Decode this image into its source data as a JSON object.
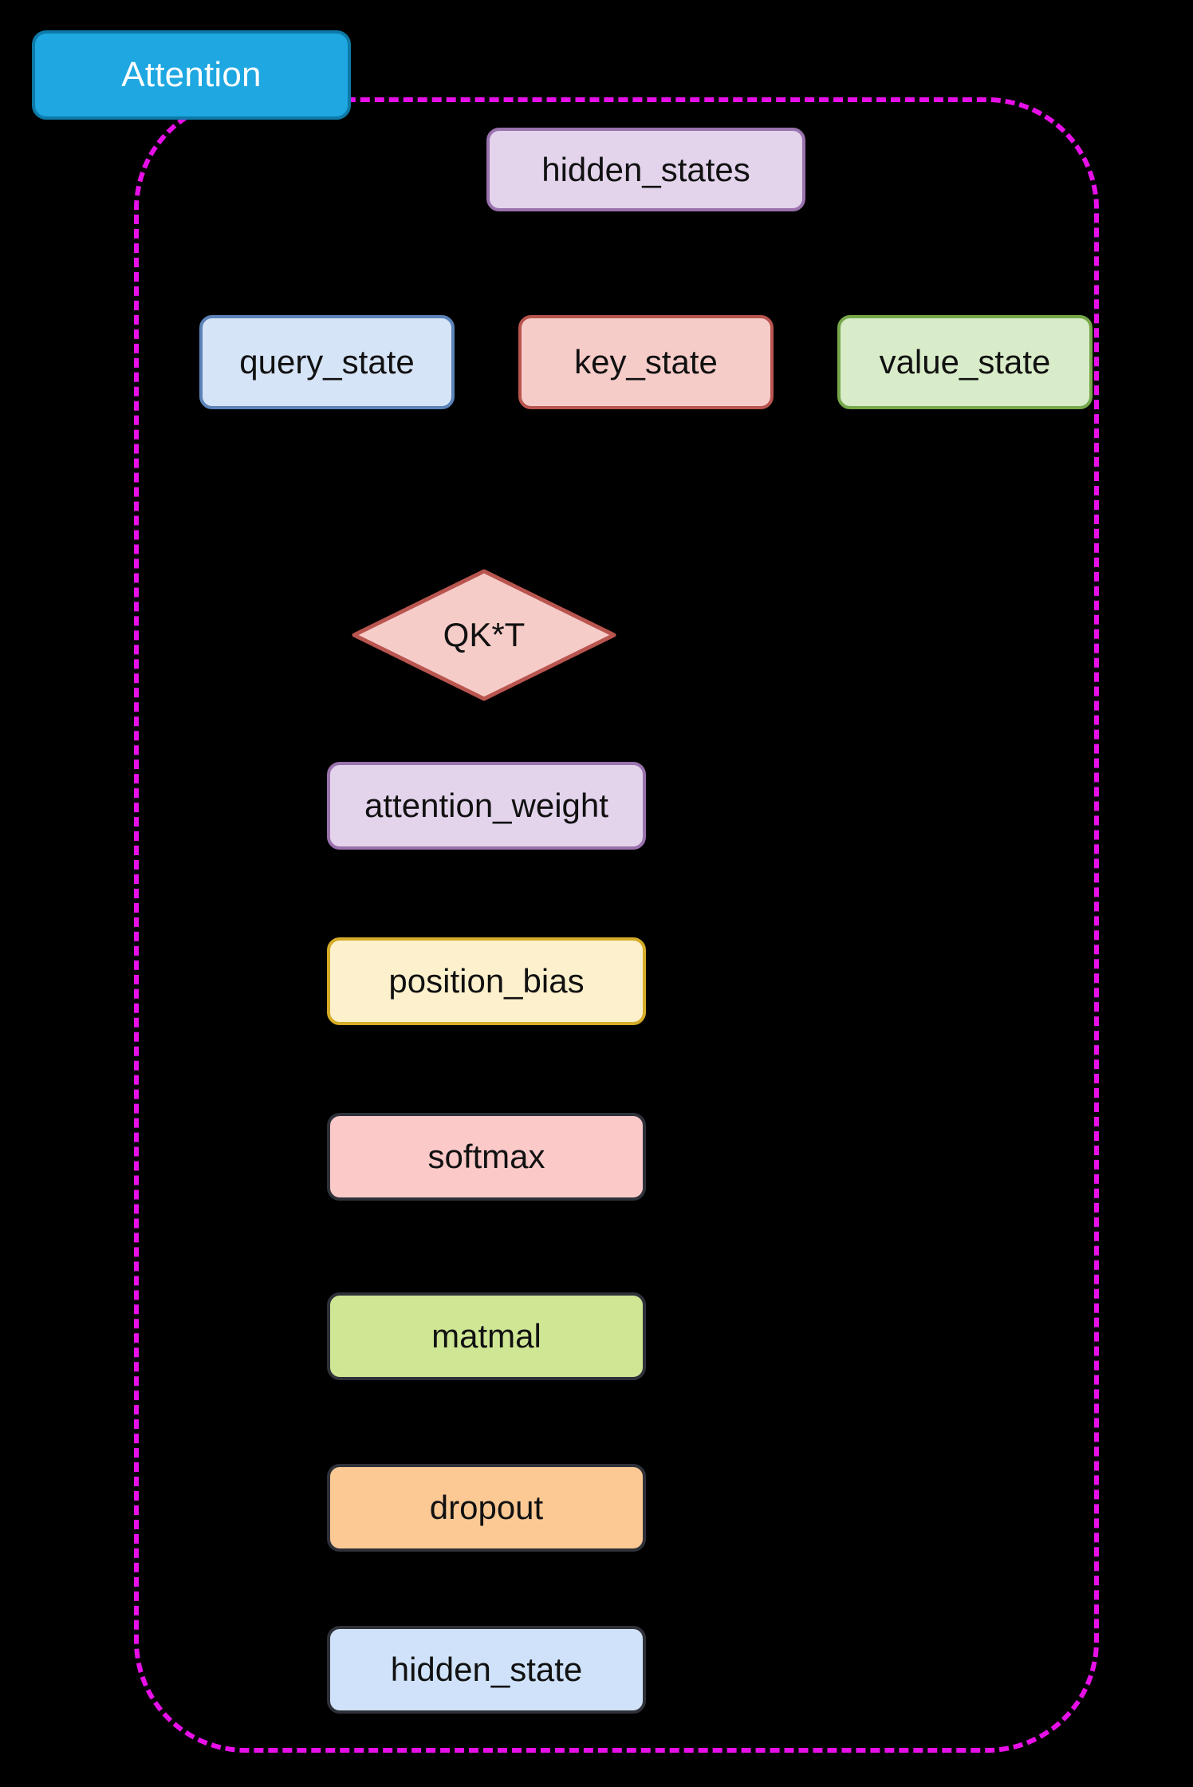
{
  "diagram": {
    "type": "flowchart",
    "background_color": "#000000",
    "cluster": {
      "label": "Attention",
      "border_color": "#e810e8",
      "border_style": "dashed",
      "title_fill": "#1ea7e1",
      "title_stroke": "#0d7aa8",
      "title_text_color": "#ffffff"
    },
    "nodes": [
      {
        "id": "hidden_states",
        "label": "hidden_states",
        "shape": "rounded-rect",
        "fill": "#e3d4ec",
        "stroke": "#9a72ad",
        "text_color": "#111111"
      },
      {
        "id": "query_state",
        "label": "query_state",
        "shape": "rounded-rect",
        "fill": "#d6e4f7",
        "stroke": "#5b83b8",
        "text_color": "#111111"
      },
      {
        "id": "key_state",
        "label": "key_state",
        "shape": "rounded-rect",
        "fill": "#f6ccc9",
        "stroke": "#b9554f",
        "text_color": "#111111"
      },
      {
        "id": "value_state",
        "label": "value_state",
        "shape": "rounded-rect",
        "fill": "#d8ecc9",
        "stroke": "#74a council",
        "text_color": "#111111"
      },
      {
        "id": "qkt",
        "label": "QK*T",
        "shape": "diamond",
        "fill": "#f6ccc9",
        "stroke": "#b9554f",
        "text_color": "#111111"
      },
      {
        "id": "attention_weight",
        "label": "attention_weight",
        "shape": "rounded-rect",
        "fill": "#e3d4ec",
        "stroke": "#9a72ad",
        "text_color": "#111111"
      },
      {
        "id": "position_bias",
        "label": "position_bias",
        "shape": "rounded-rect",
        "fill": "#fdf1cd",
        "stroke": "#d5ab28",
        "text_color": "#111111"
      },
      {
        "id": "softmax",
        "label": "softmax",
        "shape": "rounded-rect",
        "fill": "#fcc9c9",
        "stroke": "#2f3139",
        "text_color": "#111111"
      },
      {
        "id": "matmal",
        "label": "matmal",
        "shape": "rounded-rect",
        "fill": "#cfe694",
        "stroke": "#2f3139",
        "text_color": "#111111"
      },
      {
        "id": "dropout",
        "label": "dropout",
        "shape": "rounded-rect",
        "fill": "#fcc995",
        "stroke": "#2f3139",
        "text_color": "#111111"
      },
      {
        "id": "hidden_state",
        "label": "hidden_state",
        "shape": "rounded-rect",
        "fill": "#cfe2f9",
        "stroke": "#2f3139",
        "text_color": "#111111"
      }
    ]
  }
}
